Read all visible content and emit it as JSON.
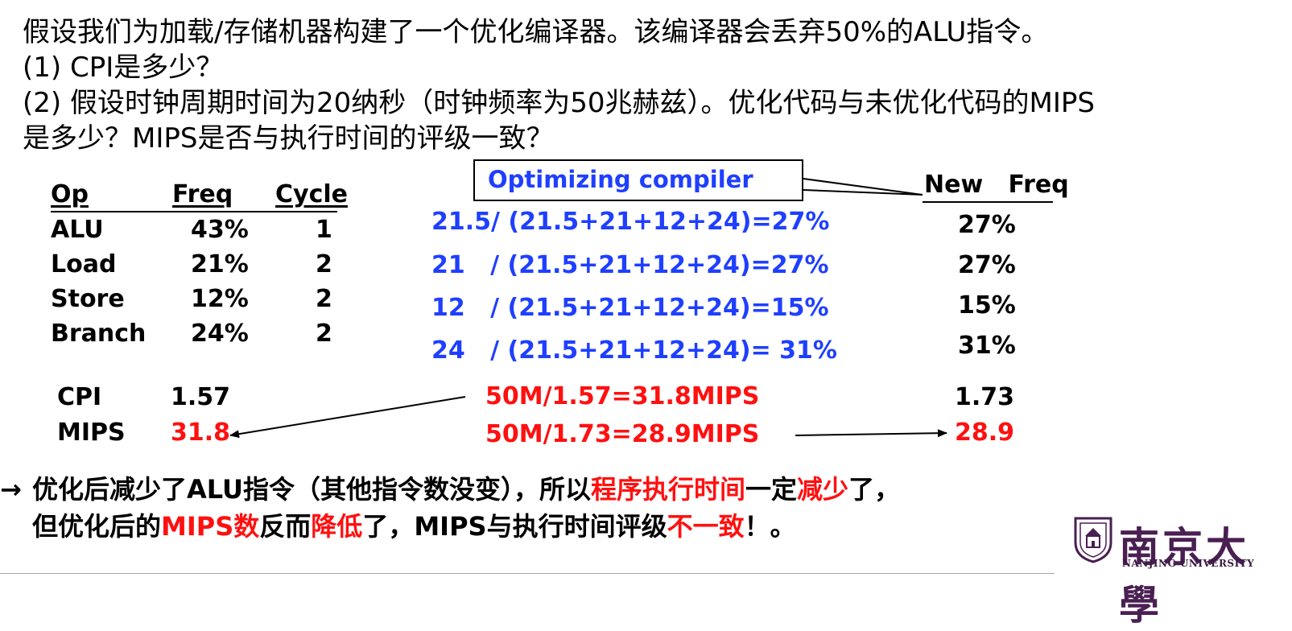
{
  "question": {
    "line1": "假设我们为加载/存储机器构建了一个优化编译器。该编译器会丢弃50%的ALU指令。",
    "line2": "(1) CPI是多少？",
    "line3": "(2) 假设时钟周期时间为20纳秒（时钟频率为50兆赫兹）。优化代码与未优化代码的MIPS",
    "line4": "是多少？MIPS是否与执行时间的评级一致？"
  },
  "table": {
    "headers": [
      "Op",
      "Freq",
      "Cycle"
    ],
    "rows": [
      [
        "ALU",
        "43%",
        "1"
      ],
      [
        "Load",
        "21%",
        "2"
      ],
      [
        "Store",
        "12%",
        "2"
      ],
      [
        "Branch",
        "24%",
        "2"
      ]
    ]
  },
  "metrics": {
    "cpi_label": "CPI",
    "cpi_value": "1.57",
    "mips_label": "MIPS",
    "mips_value": "31.8"
  },
  "compiler_box": "Optimizing compiler",
  "calculations": [
    "21.5/ (21.5+21+12+24)=27%",
    "21   / (21.5+21+12+24)=27%",
    "12   / (21.5+21+12+24)=15%",
    "24   / (21.5+21+12+24)= 31%"
  ],
  "mips_calc": [
    "50M/1.57=31.8MIPS",
    "50M/1.73=28.9MIPS"
  ],
  "new_freq": {
    "header": "New   Freq",
    "values": [
      "27%",
      "27%",
      "15%",
      "31%"
    ],
    "cpi": "1.73",
    "mips": "28.9"
  },
  "conclusion": {
    "arrow": "→",
    "line1": [
      {
        "t": "优化后减少了ALU指令（其他指令数没变），所以",
        "red": false
      },
      {
        "t": "程序执行时间",
        "red": true
      },
      {
        "t": "一定",
        "red": false
      },
      {
        "t": "减少",
        "red": true
      },
      {
        "t": "了，",
        "red": false
      }
    ],
    "line2": [
      {
        "t": "但优化后的",
        "red": false
      },
      {
        "t": "MIPS数",
        "red": true
      },
      {
        "t": "反而",
        "red": false
      },
      {
        "t": "降低",
        "red": true
      },
      {
        "t": "了，MIPS与执行时间评级",
        "red": false
      },
      {
        "t": "不一致",
        "red": true
      },
      {
        "t": "！。",
        "red": false
      }
    ]
  },
  "logo": {
    "cn": "南京大學",
    "en": "NANJING UNIVERSITY"
  },
  "colors": {
    "blue": "#1f3fff",
    "red": "#ff1010",
    "logo": "#4a1f52"
  }
}
